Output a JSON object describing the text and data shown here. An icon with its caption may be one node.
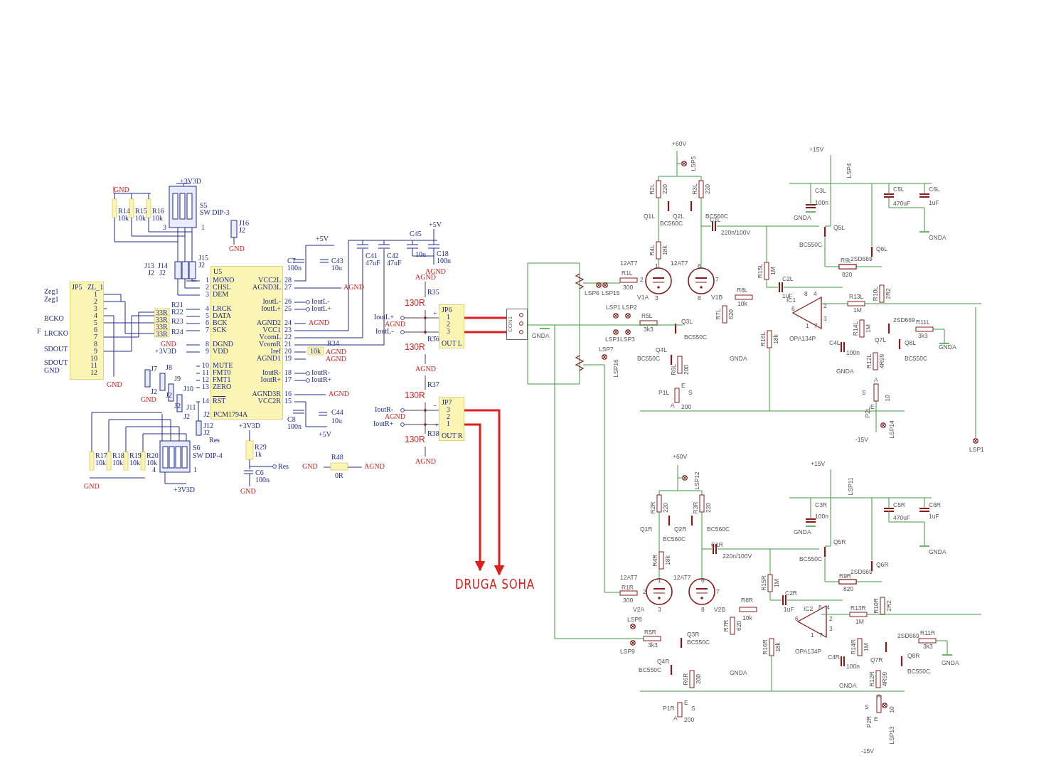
{
  "diagram": {
    "nodes": [
      {
        "text": [
          "U5",
          "PCM1794A"
        ]
      },
      {
        "text": [
          "JP5",
          "ZL_1"
        ]
      },
      {
        "text": [
          "JP6",
          "OUT L"
        ]
      },
      {
        "text": [
          "CON1"
        ]
      },
      {
        "text": [
          "JP7",
          "OUT R"
        ]
      },
      {
        "text": [
          "DRUGA SOHA"
        ]
      }
    ],
    "edges": [
      {
        "from": 2,
        "to": 3,
        "arrow": "none"
      },
      {
        "from": 2,
        "to": 3,
        "arrow": "none"
      },
      {
        "from": 4,
        "to": 5,
        "arrow": "to"
      },
      {
        "from": 4,
        "to": 5,
        "arrow": "to"
      }
    ],
    "labels": [
      "GND",
      "+3V3D",
      "R14",
      "10k",
      "R15",
      "10k",
      "R16",
      "10k",
      "S5",
      "SW DIP-3",
      "3",
      "1",
      "J16",
      "J2",
      "GND",
      "J13",
      "J14",
      "J15",
      "J2",
      "J2",
      "J2",
      "1",
      "MONO",
      "2",
      "CHSL",
      "3",
      "DEM",
      "4",
      "LRCK",
      "5",
      "DATA",
      "6",
      "BCK",
      "7",
      "SCK",
      "8",
      "DGND",
      "9",
      "VDD",
      "10",
      "MUTE",
      "11",
      "FMT0",
      "12",
      "FMT1",
      "13",
      "ZERO",
      "14",
      "RST",
      "VCC2L",
      "28",
      "AGND3L",
      "27",
      "IoutL-",
      "26",
      "IoutL+",
      "25",
      "AGND2",
      "24",
      "VCC1",
      "23",
      "VcomL",
      "22",
      "VcomR",
      "21",
      "Iref",
      "20",
      "AGND1",
      "19",
      "IoutR-",
      "18",
      "IoutR+",
      "17",
      "AGND3R",
      "16",
      "VCC2R",
      "15",
      "1",
      "2",
      "3",
      "4",
      "5",
      "6",
      "7",
      "8",
      "9",
      "10",
      "11",
      "12",
      "Zeg1",
      "Zeg1",
      "BCKO",
      "F",
      "LRCKO",
      "SDOUT",
      "SDOUT",
      "GND",
      "GND",
      "33R",
      "33R",
      "33R",
      "33R",
      "R21",
      "R22",
      "R23",
      "R24",
      "GND",
      "+3V3D",
      "J7",
      "J2",
      "J8",
      "J2",
      "J9",
      "J2",
      "J10",
      "J2",
      "J11",
      "J2",
      "J12",
      "J2",
      "Res",
      "GND",
      "S6",
      "SW DIP-4",
      "4",
      "1",
      "R17",
      "10k",
      "R18",
      "10k",
      "R19",
      "10k",
      "R20",
      "10k",
      "GND",
      "+3V3D",
      "+3V3D",
      "R29",
      "1k",
      "Res",
      "C6",
      "100n",
      "GND",
      "GND",
      "R48",
      "0R",
      "AGND",
      "+5V",
      "C7",
      "C43",
      "100n",
      "10u",
      "AGND",
      "IoutL-",
      "IoutL+",
      "AGND",
      "10k",
      "R34",
      "AGND",
      "AGND",
      "IoutR-",
      "IoutR+",
      "AGND",
      "C8",
      "100n",
      "C44",
      "10u",
      "+5V",
      "C41",
      "47uF",
      "C42",
      "47uF",
      "C45",
      "+5V",
      "10u",
      "C18",
      "100n",
      "AGND",
      "AGND",
      "R35",
      "130R",
      "+",
      "IoutL+",
      "1",
      "AGND",
      "2",
      "IoutL-",
      "-",
      "3",
      "R36",
      "130R",
      "AGND",
      "R37",
      "130R",
      "-",
      "IoutR-",
      "3",
      "AGND",
      "2",
      "IoutR+",
      "+",
      "1",
      "R38",
      "130R",
      "AGND",
      "+60V",
      "LSP5",
      "R2L",
      "220",
      "R3L",
      "220",
      "Q1L",
      "Q2L",
      "BC560C",
      "BC560C",
      "C1L",
      "220n/100V",
      "R4L",
      "18k",
      "12AT7",
      "12AT7",
      "1",
      "6",
      "R1L",
      "300",
      "2",
      "7",
      "LSP6",
      "LSP15",
      "V1A",
      "3",
      "8",
      "V1B",
      "R8L",
      "10k",
      "R7L",
      "620",
      "LSP1",
      "LSP2",
      "R5L",
      "3k3",
      "Q3L",
      "BC550C",
      "LSP1",
      "LSP3",
      "GNDA",
      "Q4L",
      "BC550C",
      "LSP7",
      "LSP16",
      "GNDA",
      "R6L",
      "200",
      "P1L",
      "E",
      "S",
      "A",
      "200",
      "+15V",
      "LSP4",
      "C3L",
      "100n",
      "GNDA",
      "C5L",
      "470uF",
      "C6L",
      "1uF",
      "GNDA",
      "Q5L",
      "BC550C",
      "Q6L",
      "2SD669",
      "R9L",
      "820",
      "R15L",
      "1M",
      "C2L",
      "1uF",
      "IC1",
      "8",
      "4",
      "2",
      "3",
      "6",
      "1",
      "7",
      "OPA134P",
      "R10L",
      "2R2",
      "R13L",
      "1M",
      "2SD669",
      "R14L",
      "1M",
      "Q7L",
      "R11L",
      "3k3",
      "GNDA",
      "C4L",
      "100n",
      "Q8L",
      "BC550C",
      "R16L",
      "18k",
      "R12L",
      "4R99",
      "GNDA",
      "P2L",
      "A",
      "S",
      "10",
      "E",
      "LSP14",
      "-15V",
      "LSP1",
      "+60V",
      "LSP12",
      "R2R",
      "220",
      "R3R",
      "220",
      "Q1R",
      "Q2R",
      "BC560C",
      "BC560C",
      "C1R",
      "220n/100V",
      "R4R",
      "18k",
      "+15V",
      "LSP11",
      "C3R",
      "100n",
      "GNDA",
      "C5R",
      "470uF",
      "C6R",
      "1uF",
      "Q5R",
      "BC550C",
      "GNDA",
      "Q6R",
      "2SD669",
      "R9R",
      "820",
      "12AT7",
      "12AT7",
      "1",
      "6",
      "R1R",
      "300",
      "2",
      "7",
      "R15R",
      "1M",
      "C2R",
      "R8R",
      "V2A",
      "3",
      "8",
      "V2B",
      "1uF",
      "10k",
      "R10R",
      "2R2",
      "R13R",
      "1M",
      "IC2",
      "8",
      "4",
      "2",
      "3",
      "6",
      "1",
      "7",
      "OPA134P",
      "LSP8",
      "R5R",
      "3k3",
      "Q3R",
      "BC550C",
      "2SD669",
      "R11R",
      "3k3",
      "R7R",
      "620",
      "R16R",
      "18k",
      "R14R",
      "1M",
      "Q7R",
      "LSP9",
      "GNDA",
      "C4R",
      "100n",
      "Q8R",
      "BC550C",
      "Q4R",
      "BC550C",
      "GNDA",
      "R6R",
      "200",
      "R12R",
      "4R99",
      "GNDA",
      "P1R",
      "E",
      "S",
      "A",
      "200",
      "P2R",
      "A",
      "S",
      "10",
      "E",
      "LSP13",
      "-15V"
    ]
  }
}
